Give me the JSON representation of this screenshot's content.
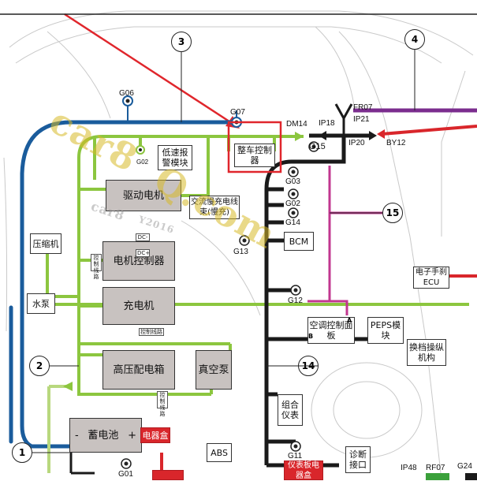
{
  "modules": {
    "low_speed_alarm": "低速报警模块",
    "vcu": "整车控制器",
    "drive_motor": "驱动电机",
    "ac_slow_charge_harness": "交流慢充电线束(慢充)",
    "compressor": "压缩机",
    "water_pump": "水泵",
    "motor_controller": "电机控制器",
    "charger": "充电机",
    "hv_distribution_box": "高压配电箱",
    "vacuum_pump": "真空泵",
    "battery": "蓄电池",
    "battery_minus": "-",
    "battery_plus": "+",
    "fuse_box": "电器盒",
    "abs": "ABS",
    "bcm": "BCM",
    "ac_panel": "空调控制面板",
    "ac_panel_pin_a": "A",
    "ac_panel_pin_b": "B",
    "peps": "PEPS模块",
    "shifter": "换档操纵机构",
    "epb_ecu": "电子手刹ECU",
    "combo_meter": "组合仪表",
    "diag_port": "诊断接口",
    "ip_fuse_box": "仪表板电器盒"
  },
  "tiny_labels": {
    "control_harness_1": "控制线路",
    "control_harness_2": "控制线路",
    "control_harness_3": "控制线路",
    "dc_minus": "DC-",
    "dc_plus": "DC+"
  },
  "connectors": {
    "g06": "G06",
    "g07": "G07",
    "g02_left": "G02",
    "dm14": "DM14",
    "ip18": "IP18",
    "ip21": "IP21",
    "fr07": "FR07",
    "ip20": "IP20",
    "by12": "BY12",
    "g15": "G15",
    "g03": "G03",
    "g02": "G02",
    "g14": "G14",
    "g13": "G13",
    "g12": "G12",
    "g11": "G11",
    "g01": "G01",
    "ip48": "IP48",
    "rf07": "RF07",
    "g24": "G24"
  },
  "callouts": {
    "c1": "1",
    "c2": "2",
    "c3": "3",
    "c4": "4",
    "c14": "14",
    "c15": "15"
  },
  "watermark": {
    "text1": "car8",
    "text2": "Q.com",
    "text3": "car8",
    "text4": "Y2016"
  },
  "colors": {
    "harness_blue": "#1a5c9c",
    "harness_green": "#8cc63f",
    "harness_black": "#1a1a1a",
    "harness_purple": "#7b2d8e",
    "harness_magenta": "#c2378f",
    "harness_red": "#d9262b",
    "highlight": "#e0262c"
  }
}
